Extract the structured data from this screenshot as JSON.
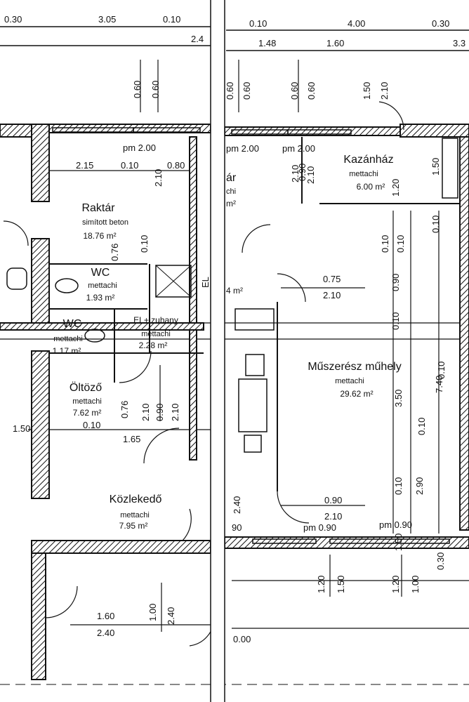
{
  "top_dims": {
    "left_a": "0.30",
    "left_b": "3.05",
    "left_c": "0.10",
    "left_d": "2.4",
    "right_a": "0.10",
    "right_b": "4.00",
    "right_c": "0.30",
    "right_d": "1.48",
    "right_e": "1.60",
    "right_f": "3.3"
  },
  "vertical_dims": [
    "0.60",
    "0.60",
    "0.60",
    "0.60",
    "0.60",
    "0.60",
    "1.50",
    "2.10",
    "2.10",
    "1.20",
    "1.50",
    "0.10",
    "0.10",
    "0.10",
    "0.90",
    "0.10",
    "3.50",
    "7.40",
    "0.10",
    "0.10",
    "2.90",
    "0.10",
    "0.10",
    "2.10",
    "0.90",
    "2.10",
    "0.76",
    "0.76",
    "2.10",
    "0.90",
    "2.10",
    "2.40",
    "1.00",
    "2.40",
    "1.20",
    "1.50",
    "1.20",
    "1.00",
    "1.50",
    "0.30"
  ],
  "sill_labels": [
    "pm 2.00",
    "pm 2.00",
    "pm 2.00",
    "pm 0.90",
    "pm 0.90"
  ],
  "misc_dims": {
    "raktar_a": "2.15",
    "raktar_b": "0.10",
    "raktar_c": "0.80",
    "door_a": "0.75",
    "door_b": "2.10",
    "oltozo_a": "1.50",
    "oltozo_b": "0.10",
    "oltozo_c": "1.65",
    "muhely_a": "0.90",
    "muhely_b": "2.10",
    "left_door_edge": "90",
    "bottom_a": "1.60",
    "bottom_b": "2.40",
    "bottom_level": "0.00",
    "el_mark": "EL"
  },
  "rooms": {
    "raktar": {
      "name": "Raktár",
      "floor": "simított beton",
      "area": "18.76 m²"
    },
    "wc1": {
      "name": "WC",
      "floor": "mettachi",
      "area": "1.93 m²"
    },
    "wc2": {
      "name": "WC",
      "floor": "mettachi",
      "area": "1.17 m²"
    },
    "zuhany": {
      "name": "EL+ zuhany",
      "floor": "mettachi",
      "area": "2.28 m²"
    },
    "oltozo": {
      "name": "Öltöző",
      "floor": "mettachi",
      "area": "7.62 m²"
    },
    "kozlekedo": {
      "name": "Közlekedő",
      "floor": "mettachi",
      "area": "7.95 m²"
    },
    "kazanhaz": {
      "name": "Kazánház",
      "floor": "mettachi",
      "area": "6.00 m²"
    },
    "muhely": {
      "name": "Műszerész műhely",
      "floor": "mettachi",
      "area": "29.62 m²"
    },
    "partial": {
      "name": "ár",
      "floor": "chi",
      "area": "m²",
      "area2": "4 m²"
    }
  }
}
